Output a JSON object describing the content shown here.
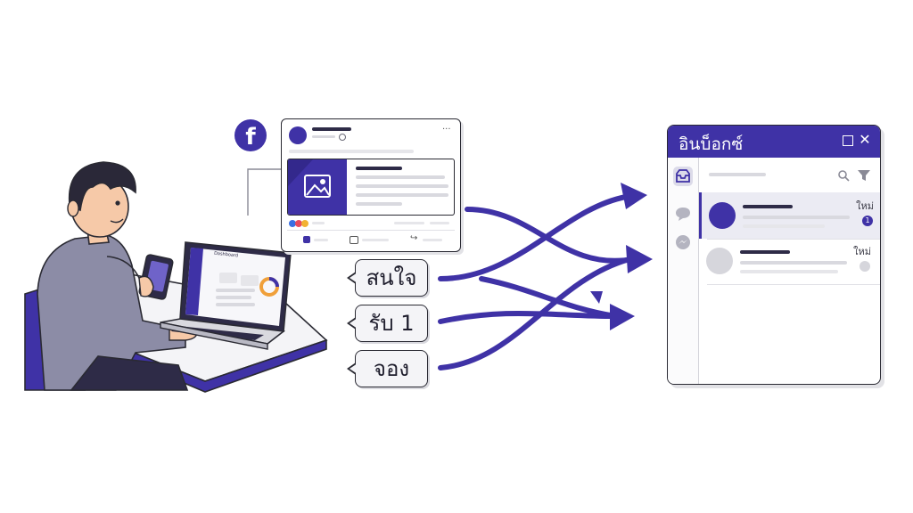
{
  "comments": [
    "สนใจ",
    "รับ 1",
    "จอง"
  ],
  "laptop_screen_title": "Dashboard",
  "inbox": {
    "title": "อินบ็อกซ์",
    "conversations": [
      {
        "badge": "ใหม่",
        "unread_count": "1"
      },
      {
        "badge": "ใหม่",
        "unread_count": ""
      }
    ]
  },
  "icons": {
    "social": "facebook-icon",
    "post_image": "image-icon",
    "inbox_tab": "inbox-tray-icon",
    "chat_tab": "chat-bubble-icon",
    "messenger_tab": "messenger-icon",
    "search": "search-icon",
    "filter": "filter-icon"
  },
  "colors": {
    "accent": "#3f32a6",
    "outline": "#2a2a33",
    "placeholder": "#d9d9df"
  }
}
